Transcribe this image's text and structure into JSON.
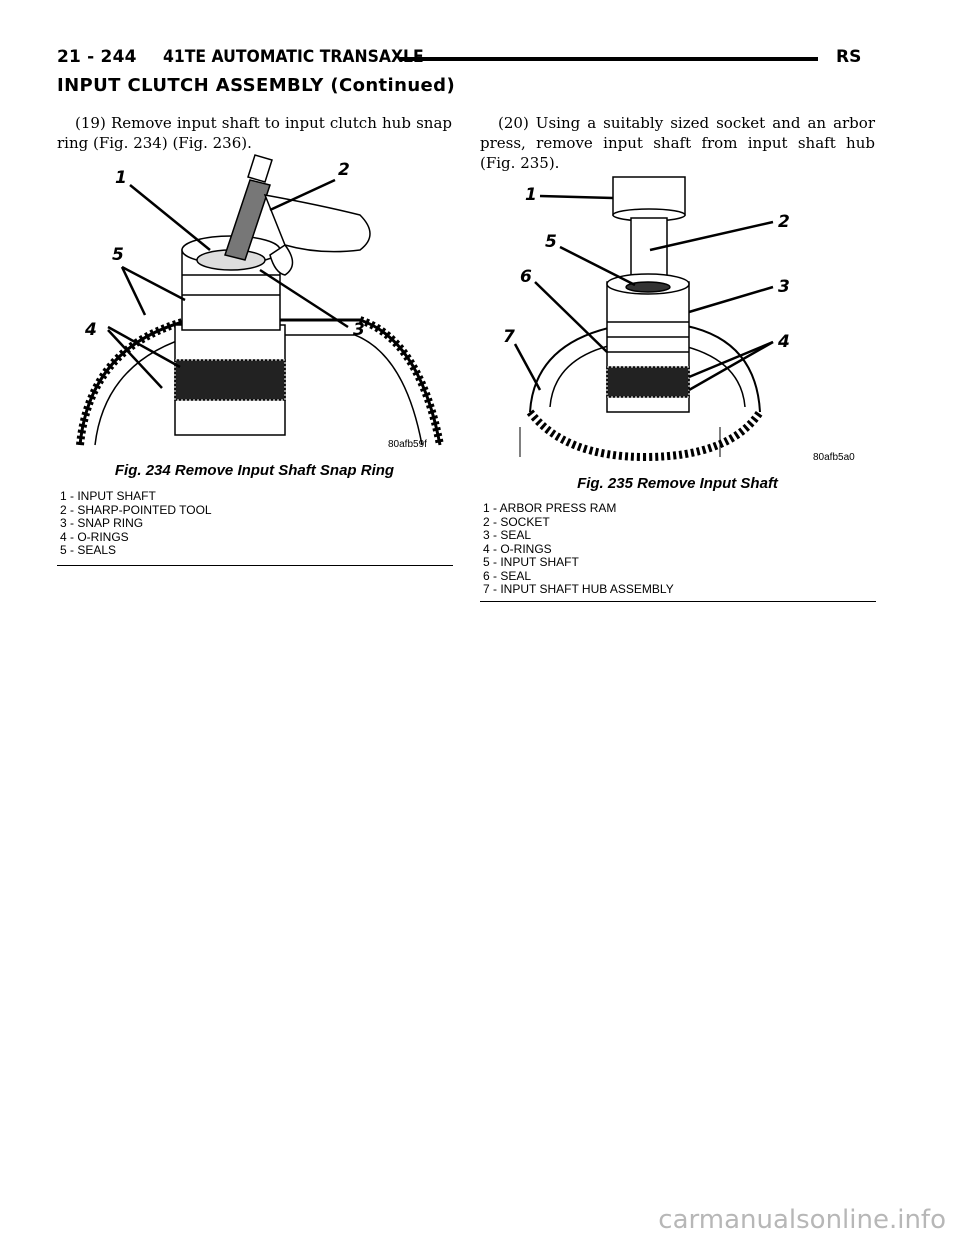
{
  "header": {
    "page_number": "21 - 244",
    "manual_title": "41TE AUTOMATIC TRANSAXLE",
    "model_code": "RS"
  },
  "section_title": "INPUT CLUTCH ASSEMBLY (Continued)",
  "steps": {
    "step19": "(19) Remove input shaft to input clutch hub snap ring (Fig. 234) (Fig. 236).",
    "step20": "(20) Using a suitably sized socket and an arbor press, remove input shaft from input shaft hub (Fig. 235)."
  },
  "figures": [
    {
      "caption": "Fig. 234 Remove Input Shaft Snap Ring",
      "code": "80afb59f",
      "callouts": [
        "1",
        "2",
        "3",
        "4",
        "5"
      ],
      "legend": [
        "1 - INPUT SHAFT",
        "2 - SHARP-POINTED TOOL",
        "3 - SNAP RING",
        "4 - O-RINGS",
        "5 - SEALS"
      ]
    },
    {
      "caption": "Fig. 235 Remove Input Shaft",
      "code": "80afb5a0",
      "callouts": [
        "1",
        "2",
        "3",
        "4",
        "5",
        "6",
        "7"
      ],
      "legend": [
        "1 - ARBOR PRESS RAM",
        "2 - SOCKET",
        "3 - SEAL",
        "4 - O-RINGS",
        "5 - INPUT SHAFT",
        "6 - SEAL",
        "7 - INPUT SHAFT HUB ASSEMBLY"
      ]
    }
  ],
  "footer": {
    "watermark": "carmanualsonline.info"
  }
}
